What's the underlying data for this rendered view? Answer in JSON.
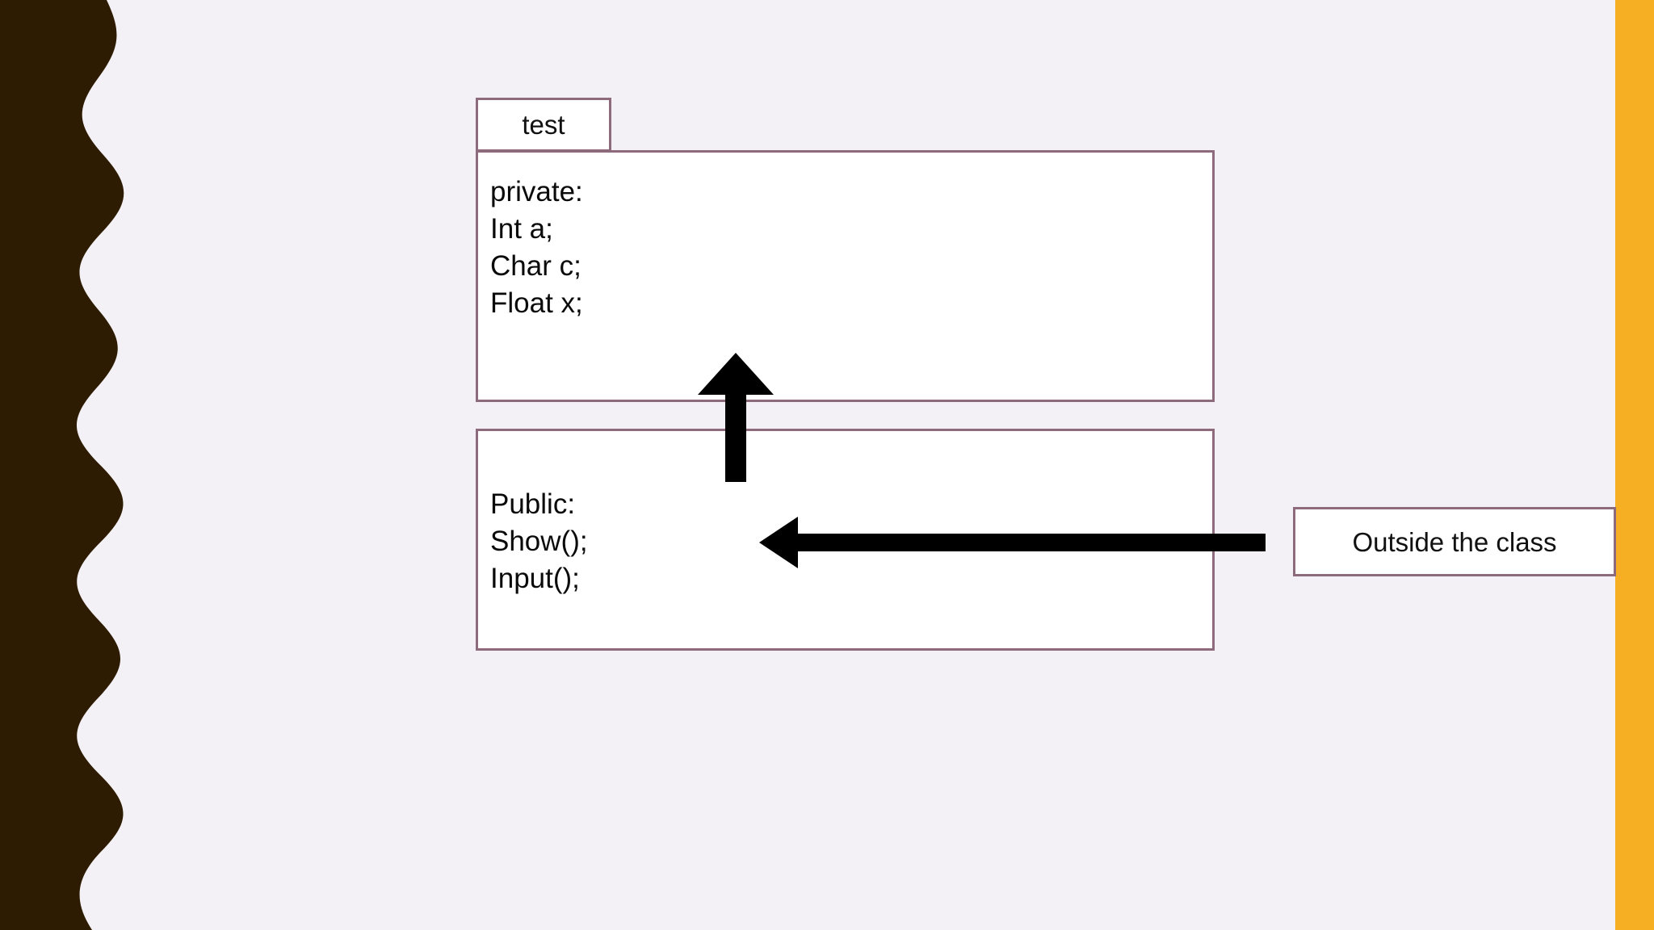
{
  "slide": {
    "background_color": "#F3F1F5",
    "decor": {
      "left_band_color": "#2E1C02",
      "right_bar_color": "#F6AE22"
    }
  },
  "diagram": {
    "accent_border_color": "#8E6B7C",
    "box_fill_color": "#FFFFFF",
    "arrow_color": "#000000",
    "class_tab": {
      "label": "test"
    },
    "sections": [
      {
        "name": "private-section",
        "lines": "private:\nInt a;\nChar c;\nFloat x;"
      },
      {
        "name": "public-section",
        "lines": "Public:\nShow();\nInput();"
      }
    ],
    "outside_box": {
      "label": "Outside the class"
    },
    "arrows": [
      {
        "name": "public-to-private-arrow",
        "direction": "up",
        "from": "public-section",
        "to": "private-section"
      },
      {
        "name": "outside-to-public-arrow",
        "direction": "left",
        "from": "outside-box",
        "to": "public-section"
      }
    ]
  }
}
